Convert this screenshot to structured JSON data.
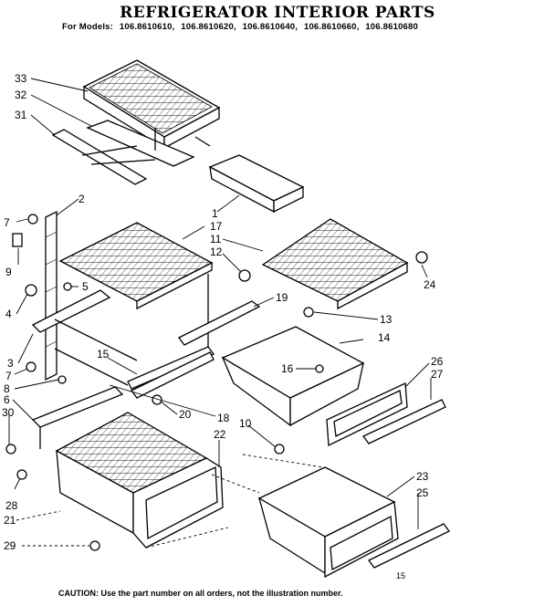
{
  "header": {
    "title": "REFRIGERATOR INTERIOR PARTS",
    "models_prefix": "For Models:",
    "models": [
      "106.8610610,",
      "106.8610620,",
      "106.8610640,",
      "106.8610660,",
      "106.8610680"
    ]
  },
  "footer": {
    "caution": "CAUTION: Use the part number on all orders, not the illustration number."
  },
  "callouts": [
    "33",
    "32",
    "31",
    "2",
    "1",
    "17",
    "11",
    "12",
    "7",
    "9",
    "5",
    "24",
    "4",
    "19",
    "13",
    "14",
    "3",
    "15",
    "26",
    "7",
    "16",
    "27",
    "8",
    "6",
    "20",
    "18",
    "30",
    "10",
    "22",
    "23",
    "25",
    "28",
    "21",
    "29"
  ],
  "page_mark": "15"
}
